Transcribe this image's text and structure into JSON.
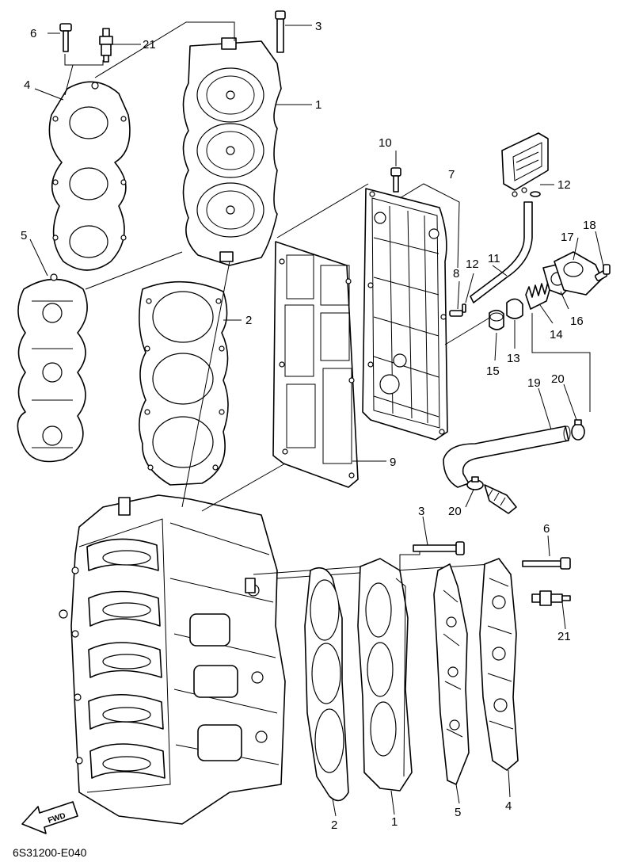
{
  "diagram": {
    "drawing_code": "6S31200-E040",
    "direction_label": "FWD",
    "callouts": {
      "c1_top": "1",
      "c2_top": "2",
      "c3_top": "3",
      "c4_top": "4",
      "c5_top": "5",
      "c6_top": "6",
      "c21_top": "21",
      "c7": "7",
      "c8": "8",
      "c9": "9",
      "c10": "10",
      "c11": "11",
      "c12_a": "12",
      "c12_b": "12",
      "c13": "13",
      "c14": "14",
      "c15": "15",
      "c16": "16",
      "c17": "17",
      "c18": "18",
      "c19": "19",
      "c20_a": "20",
      "c20_b": "20",
      "c1_bot": "1",
      "c2_bot": "2",
      "c3_bot": "3",
      "c4_bot": "4",
      "c5_bot": "5",
      "c6_bot": "6",
      "c21_bot": "21"
    }
  }
}
